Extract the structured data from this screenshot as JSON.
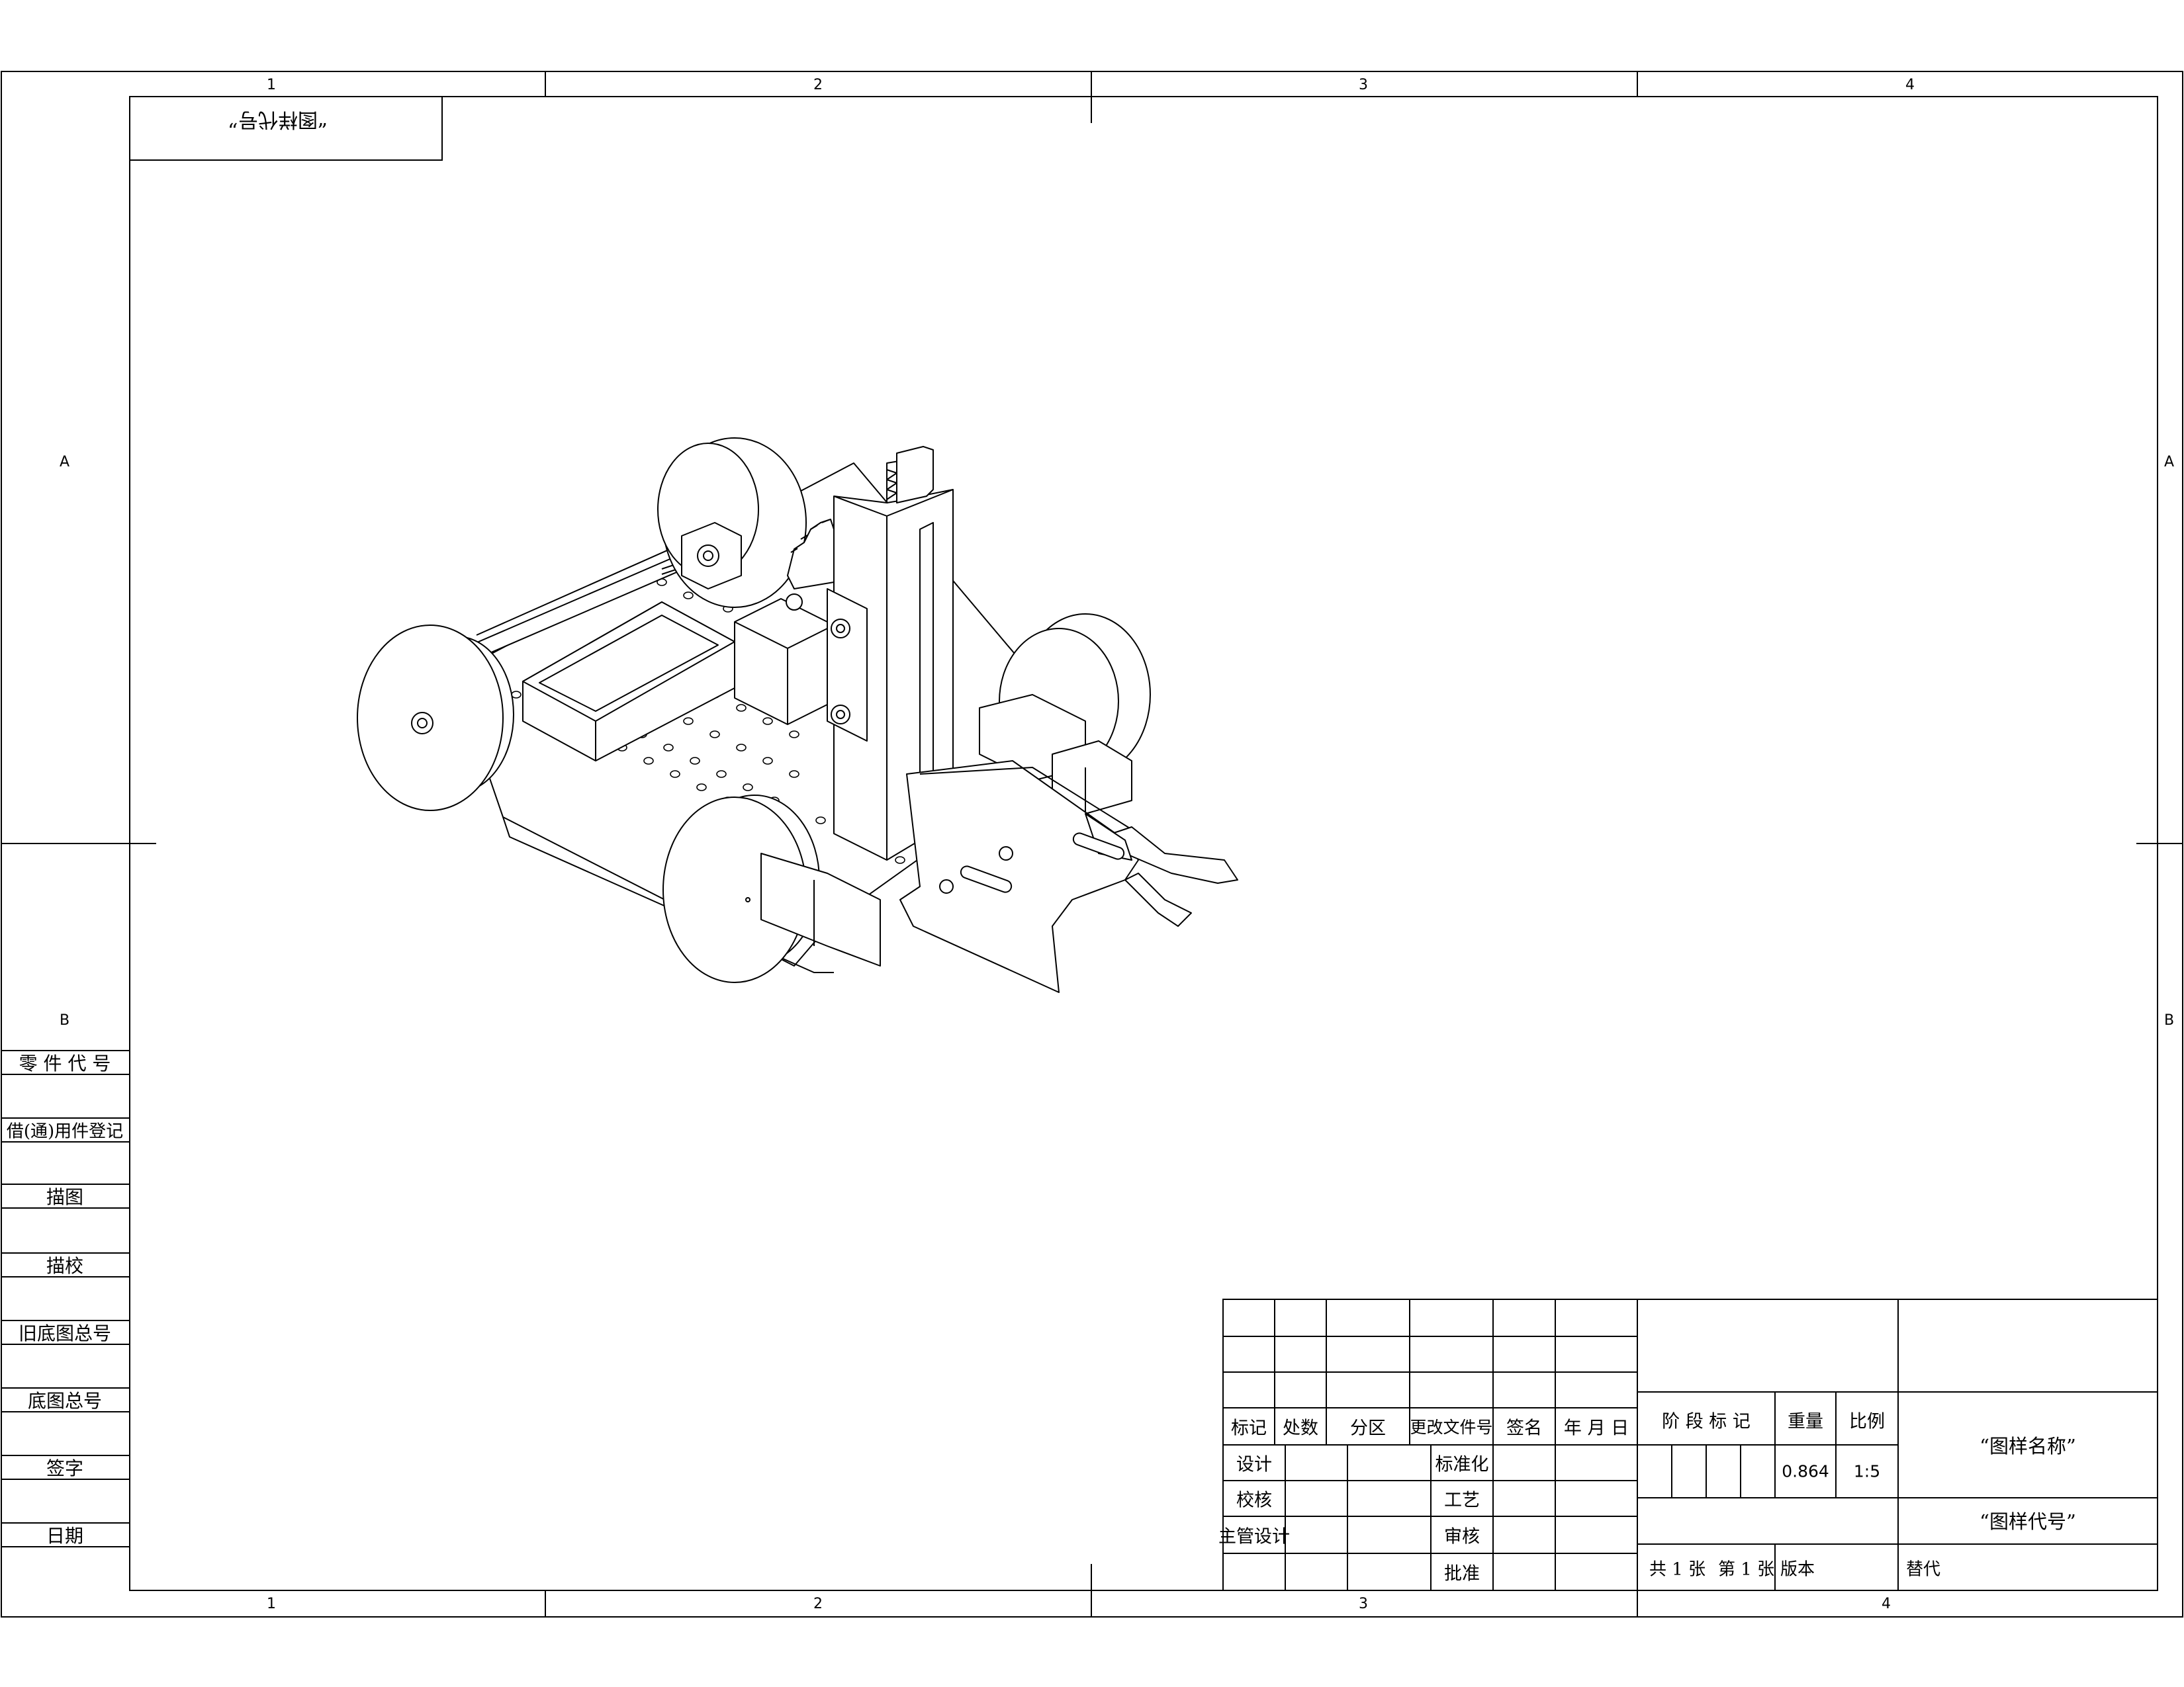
{
  "zones": {
    "columns": [
      "1",
      "2",
      "3",
      "4"
    ],
    "rows": [
      "A",
      "B"
    ]
  },
  "drawing_number_stamp": "“图样代号”",
  "side_panel": {
    "part_code": "零 件 代 号",
    "borrowed_parts": "借(通)用件登记",
    "tracing": "描图",
    "trace_check": "描校",
    "old_master_number": "旧底图总号",
    "master_number": "底图总号",
    "signature": "签字",
    "date": "日期"
  },
  "title_block": {
    "revision_headers": {
      "mark": "标记",
      "count": "处数",
      "zone": "分区",
      "change_doc": "更改文件号",
      "sign": "签名",
      "date": "年 月 日"
    },
    "approvals": {
      "design": "设计",
      "check": "校核",
      "chief_design": "主管设计",
      "standardization": "标准化",
      "process": "工艺",
      "review": "审核",
      "approve": "批准"
    },
    "stage_mark": "阶 段 标 记",
    "weight_label": "重量",
    "weight_value": "0.864",
    "scale_label": "比例",
    "scale_value": "1:5",
    "drawing_name": "“图样名称”",
    "drawing_code": "“图样代号”",
    "sheets_total": "共 1 张",
    "sheet_number": "第 1 张",
    "version": "版本",
    "replace": "替代"
  },
  "colors": {
    "line": "#000000",
    "background": "#ffffff"
  }
}
